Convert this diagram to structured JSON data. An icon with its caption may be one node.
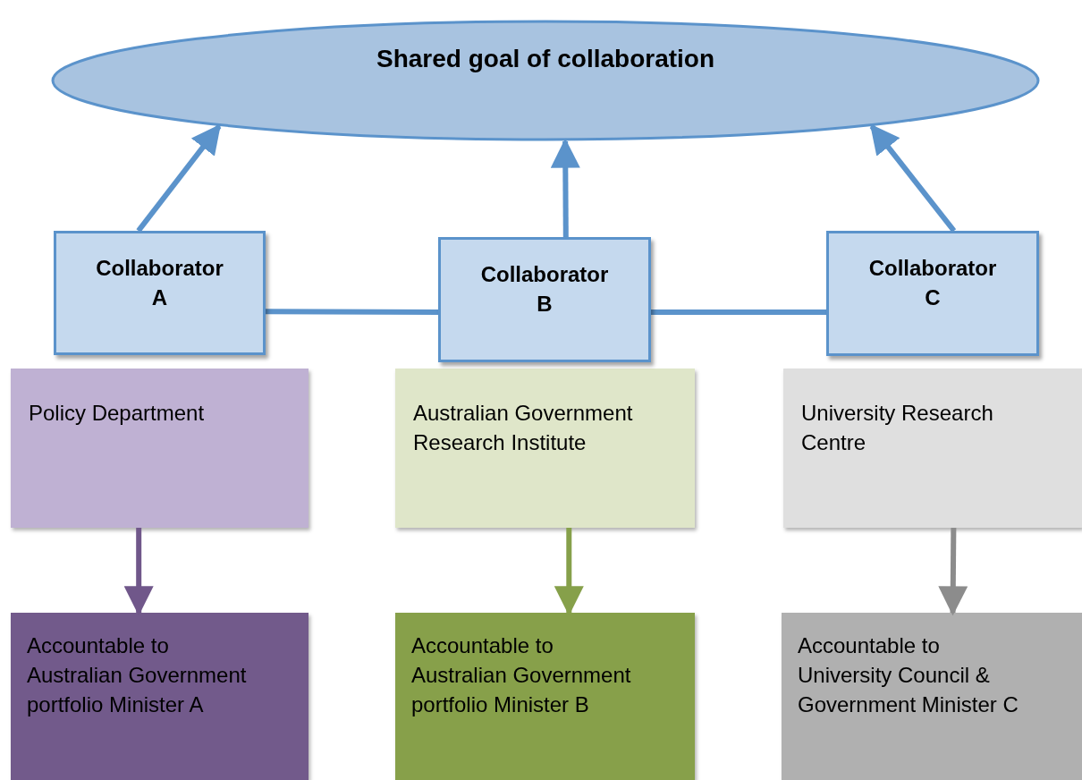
{
  "diagram": {
    "nodes": [
      {
        "text": [
          "Shared goal of collaboration"
        ]
      },
      {
        "text": [
          "Policy Department"
        ]
      },
      {
        "text": [
          "Collaborator A"
        ]
      },
      {
        "text": [
          "Australian Government Research Institute"
        ]
      },
      {
        "text": [
          "Collaborator B"
        ]
      },
      {
        "text": [
          "University Research Centre"
        ]
      },
      {
        "text": [
          "Collaborator C"
        ]
      },
      {
        "text": [
          "Accountable to Australian Government portfolio Minister A"
        ]
      },
      {
        "text": [
          "Accountable to Australian Government portfolio Minister B"
        ]
      },
      {
        "text": [
          "Accountable to University Council & Government Minister C"
        ]
      }
    ],
    "edges": [
      {
        "from": 2,
        "to": 0,
        "arrow": "to"
      },
      {
        "from": 4,
        "to": 0,
        "arrow": "to"
      },
      {
        "from": 6,
        "to": 0,
        "arrow": "to"
      },
      {
        "from": 2,
        "to": 4,
        "arrow": "none"
      },
      {
        "from": 4,
        "to": 6,
        "arrow": "none"
      },
      {
        "from": 1,
        "to": 7,
        "arrow": "to",
        "color": "#70578a"
      },
      {
        "from": 3,
        "to": 8,
        "arrow": "to",
        "color": "#86a04a"
      },
      {
        "from": 5,
        "to": 9,
        "arrow": "to",
        "color": "#8c8c8c"
      }
    ]
  }
}
